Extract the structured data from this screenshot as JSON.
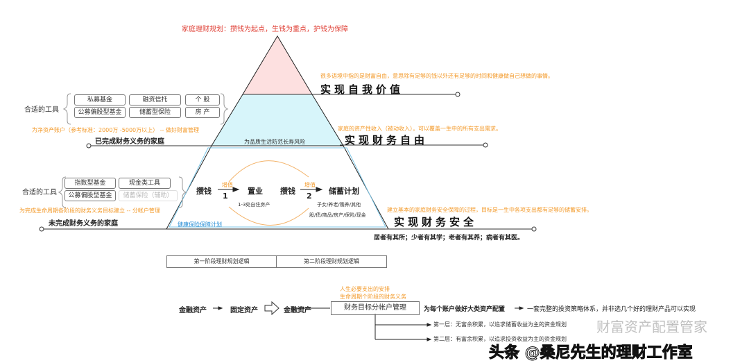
{
  "title": "家庭理财规划：攒钱为起点，生钱为重点，护钱为保障",
  "levels": {
    "top": {
      "note": "很多语境中指的是财富自由，意思除有足够的钱以外还有足够的时间和健康做自己想做的事情。",
      "label": "实现自我价值"
    },
    "mid": {
      "note": "家庭的资产性收入（被动收入），可以覆盖一生中的所有支出需求。",
      "label": "实现财务自由",
      "band_text": "为品质生活防范长寿风险"
    },
    "base": {
      "note": "建立基本的家庭财务安全保障的过程，目标是一生中各项支出都有足够的储蓄安排。",
      "label": "实现财务安全",
      "sub": "居者有其所；少者有其学；老者有其养；病者有其医。",
      "corner_text": "健康保险保障计划"
    }
  },
  "left_upper": {
    "tools_label": "合适的工具",
    "tools": [
      "私募基金",
      "融资信托",
      "个 股",
      "公募偏股型基金",
      "储蓄型保险",
      "房 产"
    ],
    "note": "为净资产账户（参考标准：2000万 -5000万以上） -- 做好财富管理",
    "family": "已完成财务义务的家庭"
  },
  "left_lower": {
    "tools_label": "合适的工具",
    "tools": [
      "指数型基金",
      "现金类工具",
      "公募偏股型基金",
      "储蓄保险（辅助）"
    ],
    "note": "为完成生命周期各阶段的财务义务目标建立 -- 分帐户管理",
    "family": "未完成财务义务的家庭"
  },
  "cycle": {
    "save1": "攒钱",
    "grow1": "增值",
    "num1": "1",
    "buy": "置业",
    "buy_sub": "1-3处自住房产",
    "save2": "攒钱",
    "grow2": "增值",
    "num2": "2",
    "plan": "储蓄计划",
    "plan_sub1": "子女/养老/赡养/其他",
    "plan_sub2": "股/债/商品/房产/保险/现金"
  },
  "phases": [
    "第一阶段理财规划逻辑",
    "第二阶段理财规划逻辑"
  ],
  "flow": {
    "a": "金融资产",
    "b": "固定资产",
    "c": "金融资产",
    "box": "财务目标分帐户管理",
    "note1": "人生必要支出的安排",
    "note2": "生命周期个阶段的财务义务",
    "alloc": "为每个账户做好大类资产配置",
    "result": "一套完整的投资策略体系，并非选几个好的理财产品可以实现",
    "layer1": "第一层：无富余积累，以追求储蓄收益为主的资金规划",
    "layer2": "第二层：有富余积累，以追求投资收益为主的资金规划"
  },
  "watermark": "头条 @桑尼先生的理财工作室",
  "watermark2": "财富资产配置管家",
  "colors": {
    "top_fill": "#fde0e0",
    "mid_fill": "#d7f5fa",
    "orange": "#f39a2a",
    "blue": "#2a8fd6"
  }
}
